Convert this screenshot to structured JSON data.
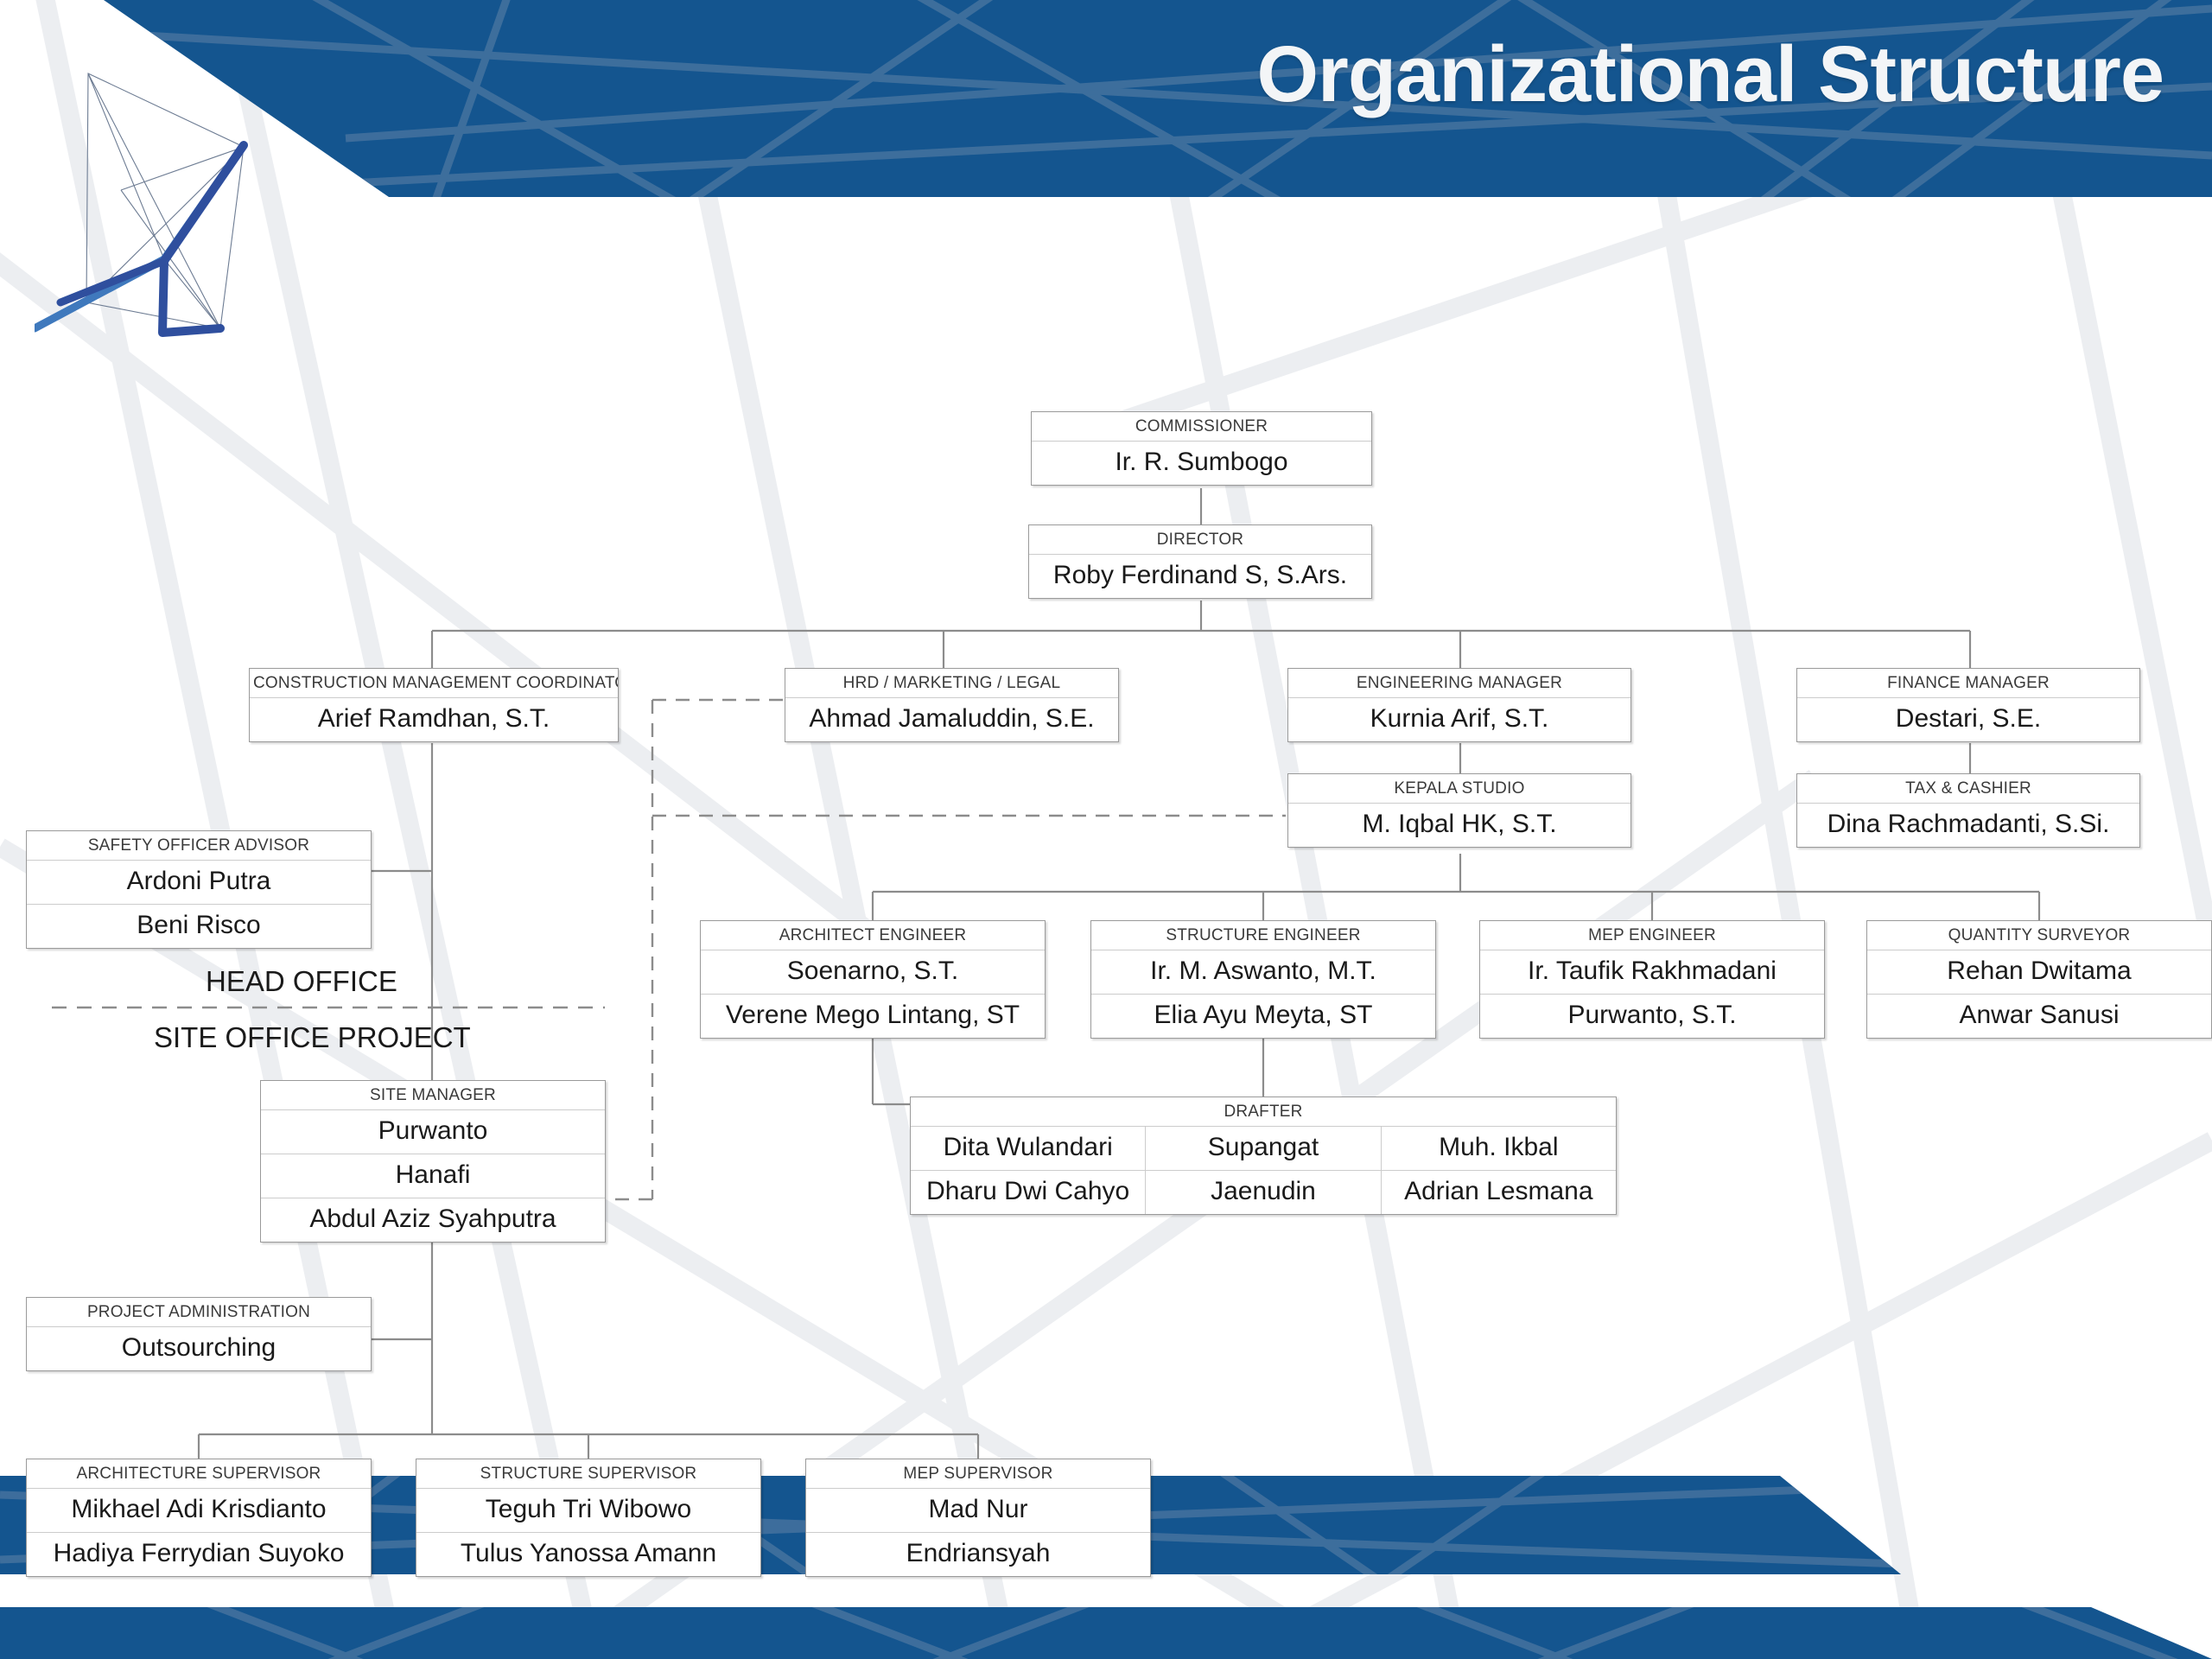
{
  "header": {
    "title": "Organizational Structure",
    "band_color": "#14558f",
    "logo_name": "polygon-wireframe-logo"
  },
  "footer": {
    "band_color": "#14558f"
  },
  "theme": {
    "box_border": "#9a9a9a",
    "box_fill": "#ffffff",
    "title_text": "#3a3a3a",
    "name_text": "#1a1a1a",
    "connector": "#8c8c8c",
    "dashed_connector": "#8c8c8c"
  },
  "divider_labels": {
    "head_office": "HEAD OFFICE",
    "site_office_project": "SITE OFFICE PROJECT"
  },
  "chart_data": {
    "type": "org-chart",
    "title": "Organizational Structure",
    "nodes": [
      {
        "id": "commissioner",
        "title": "COMMISSIONER",
        "names": [
          "Ir. R. Sumbogo"
        ]
      },
      {
        "id": "director",
        "title": "DIRECTOR",
        "names": [
          "Roby Ferdinand S, S.Ars."
        ]
      },
      {
        "id": "cmc",
        "title": "CONSTRUCTION MANAGEMENT COORDINATOR",
        "names": [
          "Arief Ramdhan, S.T."
        ]
      },
      {
        "id": "hrd",
        "title": "HRD / MARKETING / LEGAL",
        "names": [
          "Ahmad Jamaluddin, S.E."
        ]
      },
      {
        "id": "engineering-manager",
        "title": "ENGINEERING MANAGER",
        "names": [
          "Kurnia Arif, S.T."
        ]
      },
      {
        "id": "finance-manager",
        "title": "FINANCE MANAGER",
        "names": [
          "Destari, S.E."
        ]
      },
      {
        "id": "kepala-studio",
        "title": "KEPALA STUDIO",
        "names": [
          "M. Iqbal HK, S.T."
        ]
      },
      {
        "id": "tax-cashier",
        "title": "TAX & CASHIER",
        "names": [
          "Dina Rachmadanti, S.Si."
        ]
      },
      {
        "id": "safety-officer-advisor",
        "title": "SAFETY OFFICER ADVISOR",
        "names": [
          "Ardoni Putra",
          "Beni Risco"
        ]
      },
      {
        "id": "architect-engineer",
        "title": "ARCHITECT ENGINEER",
        "names": [
          "Soenarno, S.T.",
          "Verene Mego Lintang, ST"
        ]
      },
      {
        "id": "structure-engineer",
        "title": "STRUCTURE ENGINEER",
        "names": [
          "Ir. M. Aswanto, M.T.",
          "Elia Ayu Meyta, ST"
        ]
      },
      {
        "id": "mep-engineer",
        "title": "MEP ENGINEER",
        "names": [
          "Ir. Taufik Rakhmadani",
          "Purwanto, S.T."
        ]
      },
      {
        "id": "quantity-surveyor",
        "title": "QUANTITY SURVEYOR",
        "names": [
          "Rehan Dwitama",
          "Anwar Sanusi"
        ]
      },
      {
        "id": "site-manager",
        "title": "SITE MANAGER",
        "names": [
          "Purwanto",
          "Hanafi",
          "Abdul Aziz Syahputra"
        ]
      },
      {
        "id": "drafter",
        "title": "DRAFTER",
        "grid": [
          [
            "Dita Wulandari",
            "Supangat",
            "Muh. Ikbal"
          ],
          [
            "Dharu Dwi Cahyo",
            "Jaenudin",
            "Adrian Lesmana"
          ]
        ]
      },
      {
        "id": "project-administration",
        "title": "PROJECT ADMINISTRATION",
        "names": [
          "Outsourching"
        ]
      },
      {
        "id": "architecture-supervisor",
        "title": "ARCHITECTURE SUPERVISOR",
        "names": [
          "Mikhael Adi Krisdianto",
          "Hadiya Ferrydian Suyoko"
        ]
      },
      {
        "id": "structure-supervisor",
        "title": "STRUCTURE SUPERVISOR",
        "names": [
          "Teguh Tri Wibowo",
          "Tulus Yanossa Amann"
        ]
      },
      {
        "id": "mep-supervisor",
        "title": "MEP SUPERVISOR",
        "names": [
          "Mad Nur",
          "Endriansyah"
        ]
      }
    ],
    "edges": [
      {
        "from": "commissioner",
        "to": "director",
        "style": "solid"
      },
      {
        "from": "director",
        "to": "cmc",
        "style": "solid"
      },
      {
        "from": "director",
        "to": "hrd",
        "style": "solid"
      },
      {
        "from": "director",
        "to": "engineering-manager",
        "style": "solid"
      },
      {
        "from": "director",
        "to": "finance-manager",
        "style": "solid"
      },
      {
        "from": "engineering-manager",
        "to": "kepala-studio",
        "style": "solid"
      },
      {
        "from": "finance-manager",
        "to": "tax-cashier",
        "style": "solid"
      },
      {
        "from": "kepala-studio",
        "to": "architect-engineer",
        "style": "solid"
      },
      {
        "from": "kepala-studio",
        "to": "structure-engineer",
        "style": "solid"
      },
      {
        "from": "kepala-studio",
        "to": "mep-engineer",
        "style": "solid"
      },
      {
        "from": "kepala-studio",
        "to": "quantity-surveyor",
        "style": "solid"
      },
      {
        "from": "architect-engineer",
        "to": "drafter",
        "style": "solid"
      },
      {
        "from": "structure-engineer",
        "to": "drafter",
        "style": "solid"
      },
      {
        "from": "cmc",
        "to": "safety-officer-advisor",
        "style": "solid"
      },
      {
        "from": "cmc",
        "to": "site-manager",
        "style": "solid"
      },
      {
        "from": "cmc",
        "to": "project-administration",
        "style": "solid"
      },
      {
        "from": "site-manager",
        "to": "architecture-supervisor",
        "style": "solid"
      },
      {
        "from": "site-manager",
        "to": "structure-supervisor",
        "style": "solid"
      },
      {
        "from": "site-manager",
        "to": "mep-supervisor",
        "style": "solid"
      },
      {
        "from": "hrd",
        "to": "kepala-studio",
        "style": "dashed"
      },
      {
        "from": "hrd",
        "to": "site-manager",
        "style": "dashed"
      }
    ]
  }
}
